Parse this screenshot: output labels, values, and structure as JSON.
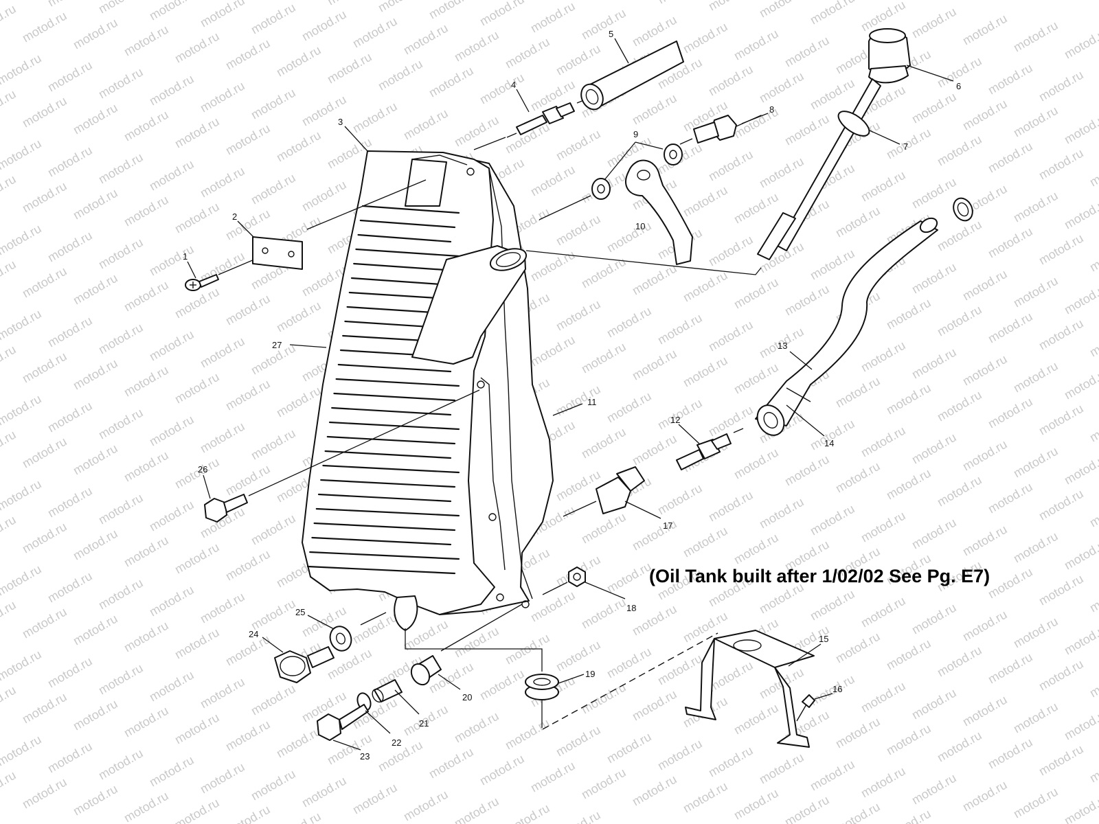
{
  "watermark": "motod.ru",
  "note": "(Oil Tank built after 1/02/02 See Pg. E7)",
  "callouts": [
    "1",
    "2",
    "3",
    "4",
    "5",
    "6",
    "7",
    "8",
    "9",
    "10",
    "11",
    "12",
    "13",
    "14",
    "15",
    "16",
    "17",
    "18",
    "19",
    "20",
    "21",
    "22",
    "23",
    "24",
    "25",
    "26",
    "27"
  ]
}
